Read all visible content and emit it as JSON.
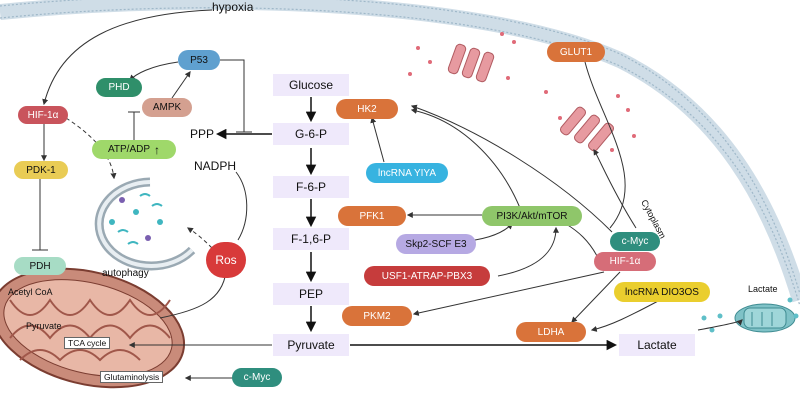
{
  "labels": {
    "hypoxia": "hypoxia",
    "glut1": "GLUT1",
    "cytoplasm": "Cytoplasm",
    "lactate_out": "Lactate",
    "ppp": "PPP",
    "nadph": "NADPH",
    "autophagy": "autophagy",
    "acetyl_coa": "Acetyl CoA",
    "pyruvate_mito": "Pyruvate",
    "tca": "TCA cycle",
    "glutaminolysis": "Glutaminolysis"
  },
  "pathway": {
    "glucose": "Glucose",
    "g6p": "G-6-P",
    "f6p": "F-6-P",
    "f16p": "F-1,6-P",
    "pep": "PEP",
    "pyruvate": "Pyruvate",
    "lactate": "Lactate"
  },
  "nodes": {
    "p53": "P53",
    "phd": "PHD",
    "ampk": "AMPK",
    "atp_adp": "ATP/ADP",
    "atp_arrow": "↑",
    "hif_left": "HIF-1α",
    "pdk1": "PDK-1",
    "pdh": "PDH",
    "ros": "Ros",
    "hk2": "HK2",
    "lncrna_yiya": "lncRNA YIYA",
    "pfk1": "PFK1",
    "pi3k": "PI3K/Akt/mTOR",
    "skp2": "Skp2-SCF E3",
    "usf1": "USF1-ATRAP-PBX3",
    "pkm2": "PKM2",
    "cmyc_right": "c-Myc",
    "hif_right": "HIF-1α",
    "lncrna_dio3os": "lncRNA DIO3OS",
    "ldha": "LDHA",
    "cmyc_bottom": "c-Myc"
  },
  "colors": {
    "membrane": "#b9ccd9",
    "enzyme_orange": "#d9733a",
    "p53_blue": "#5fa0cf",
    "phd_green": "#2f8f6a",
    "ampk_tan": "#d4a090",
    "atp_green": "#9fd86a",
    "hif_red": "#c9545c",
    "pdk_yellow": "#e9cc55",
    "pdh_mint": "#a7dcc5",
    "ros_red": "#d83a3a",
    "yiya_cyan": "#37b3e0",
    "pi3k_green": "#8fc66a",
    "skp2_lilac": "#b6a9e3",
    "usf1_red": "#c63c3c",
    "cmyc_teal": "#2f8e7e",
    "hif_right_pink": "#d66d78",
    "dio3os_yellow": "#eace2e",
    "box_lavender": "#efe9fb"
  }
}
